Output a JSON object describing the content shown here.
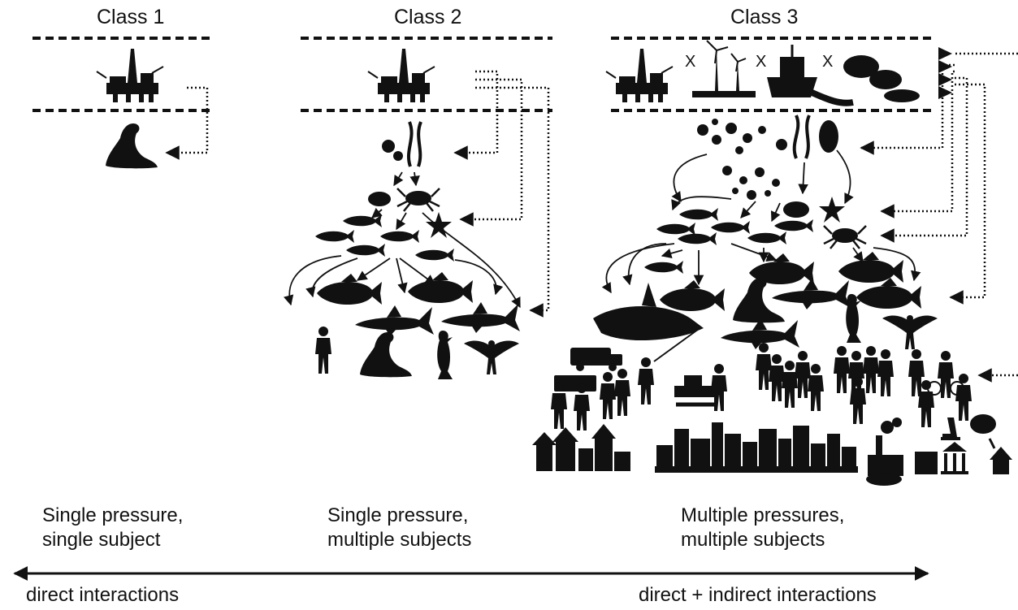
{
  "classes": [
    {
      "title": "Class 1",
      "description_line1": "Single pressure,",
      "description_line2": "single subject"
    },
    {
      "title": "Class 2",
      "description_line1": "Single pressure,",
      "description_line2": "multiple subjects"
    },
    {
      "title": "Class 3",
      "description_line1": "Multiple pressures,",
      "description_line2": "multiple subjects"
    }
  ],
  "pressure_separator": "X",
  "spectrum": {
    "left_label": "direct interactions",
    "right_label": "direct + indirect interactions"
  },
  "icons": {
    "pressure": [
      "oil-platform-icon",
      "wind-turbine-icon",
      "fishing-vessel-icon",
      "shipping-icon"
    ],
    "subjects": [
      "plankton-icon",
      "kelp-icon",
      "crab-icon",
      "starfish-icon",
      "fish-icon",
      "flatfish-icon",
      "shark-icon",
      "seal-icon",
      "seabird-icon",
      "cormorant-icon",
      "orca-icon",
      "person-icon",
      "vehicle-icon",
      "city-skyline-icon",
      "factory-icon",
      "bank-icon",
      "microscope-icon",
      "art-palette-icon"
    ]
  }
}
